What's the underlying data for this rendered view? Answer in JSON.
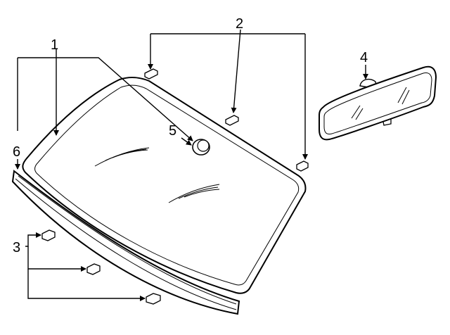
{
  "callouts": [
    {
      "id": "1",
      "text": "1"
    },
    {
      "id": "2",
      "text": "2"
    },
    {
      "id": "3",
      "text": "3"
    },
    {
      "id": "4",
      "text": "4"
    },
    {
      "id": "5",
      "text": "5"
    },
    {
      "id": "6",
      "text": "6"
    }
  ],
  "parts": [
    {
      "callout": "1",
      "part": "windshield"
    },
    {
      "callout": "2",
      "part": "upper-clips"
    },
    {
      "callout": "3",
      "part": "lower-clips"
    },
    {
      "callout": "4",
      "part": "rearview-mirror"
    },
    {
      "callout": "5",
      "part": "mirror-mount-button"
    },
    {
      "callout": "6",
      "part": "lower-molding"
    }
  ],
  "colors": {
    "line": "#000000",
    "background": "#ffffff"
  }
}
